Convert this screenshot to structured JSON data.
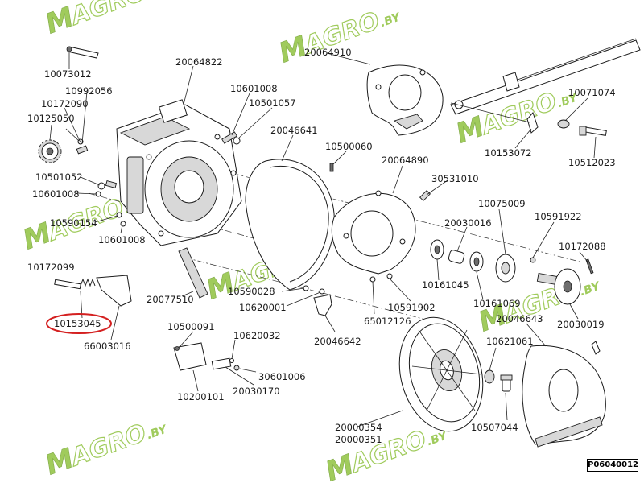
{
  "diagram": {
    "page_code": "P06040012",
    "highlighted_part": "10153045",
    "highlight_color": "#d42020",
    "watermark": {
      "brand": "MAGRO",
      "suffix": ".BY",
      "green": "#8fc23f",
      "text_color": "#ffffff"
    },
    "parts": [
      "10073012",
      "20064822",
      "10992056",
      "10172090",
      "10125050",
      "10601008",
      "10501057",
      "20046641",
      "10500060",
      "20064910",
      "10071074",
      "10153072",
      "10512023",
      "20064890",
      "30531010",
      "10501052",
      "10601008",
      "10590154",
      "10601008",
      "20030016",
      "10075009",
      "10591922",
      "10172088",
      "10172099",
      "10153045",
      "66003016",
      "20077510",
      "10590028",
      "10620001",
      "20046642",
      "10161045",
      "10161069",
      "65012126",
      "10591902",
      "20046643",
      "20030019",
      "10500091",
      "10620032",
      "30601006",
      "10200101",
      "20030170",
      "10621061",
      "20000354",
      "20000351",
      "10507044"
    ]
  }
}
